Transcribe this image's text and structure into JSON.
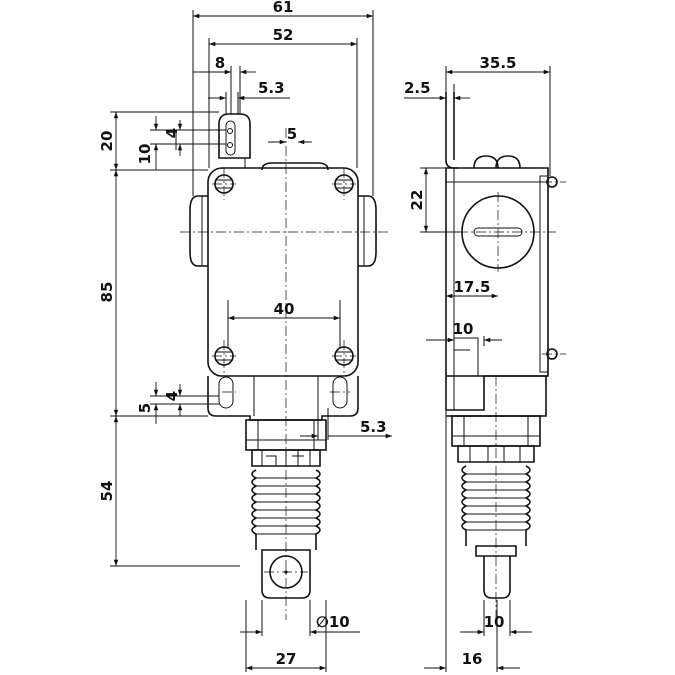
{
  "front_view": {
    "dimensions": {
      "overall_width": "61",
      "mount_width": "52",
      "lever_width": "8",
      "lever_slot": "5.3",
      "lever_height": "20",
      "lever_slot_pitch": "10",
      "lever_slot_width": "4",
      "top_offset": "5",
      "body_height": "85",
      "mount_hole_spacing": "40",
      "bottom_slot_width": "4",
      "bottom_slot_height": "5",
      "bottom_slot": "5.3",
      "plunger_length": "54",
      "roller_diameter": "∅10",
      "plunger_width": "27"
    }
  },
  "side_view": {
    "dimensions": {
      "overall_depth": "35.5",
      "bracket_thickness": "2.5",
      "cover_height": "22",
      "cover_offset": "17.5",
      "step_width": "10",
      "plunger_tip": "10",
      "plunger_offset": "16"
    }
  }
}
